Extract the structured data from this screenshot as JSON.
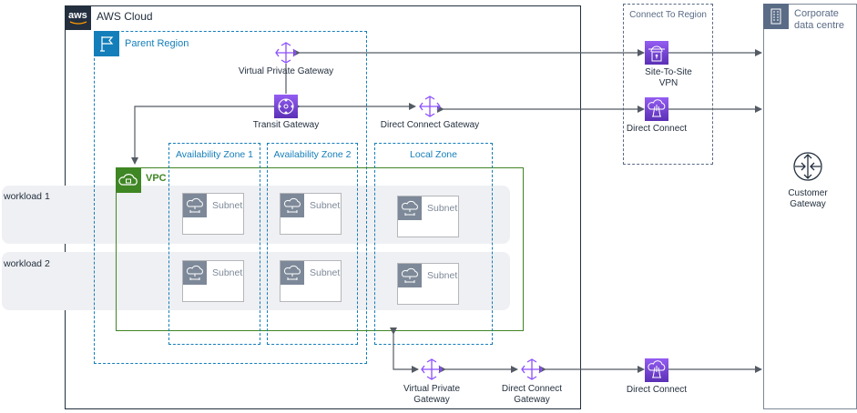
{
  "diagram": {
    "groups": {
      "aws_cloud": "AWS Cloud",
      "aws_logo": "aws",
      "parent_region": "Parent Region",
      "availability_zone_1": "Availability Zone 1",
      "availability_zone_2": "Availability Zone 2",
      "local_zone": "Local Zone",
      "vpc": "VPC",
      "connect_to_region": "Connect To Region",
      "corporate_data_centre": "Corporate data centre"
    },
    "workloads": [
      "workload 1",
      "workload 2"
    ],
    "subnet_label": "Subnet",
    "nodes": {
      "vgw_top": "Virtual Private Gateway",
      "transit_gateway": "Transit Gateway",
      "dx_gateway_top": "Direct Connect Gateway",
      "site_to_site_vpn_line1": "Site-To-Site",
      "site_to_site_vpn_line2": "VPN",
      "direct_connect_top": "Direct Connect",
      "customer_gateway_line1": "Customer",
      "customer_gateway_line2": "Gateway",
      "vgw_bottom_line1": "Virtual Private",
      "vgw_bottom_line2": "Gateway",
      "dx_gateway_bottom_line1": "Direct Connect",
      "dx_gateway_bottom_line2": "Gateway",
      "direct_connect_bottom": "Direct Connect"
    },
    "colors": {
      "aws_dark": "#232f3e",
      "region_blue": "#147eba",
      "vpc_green": "#3f8624",
      "network_purple": "#8c4fff",
      "subnet_gray": "#7d8998",
      "workload_bg": "#eff0f3"
    }
  }
}
